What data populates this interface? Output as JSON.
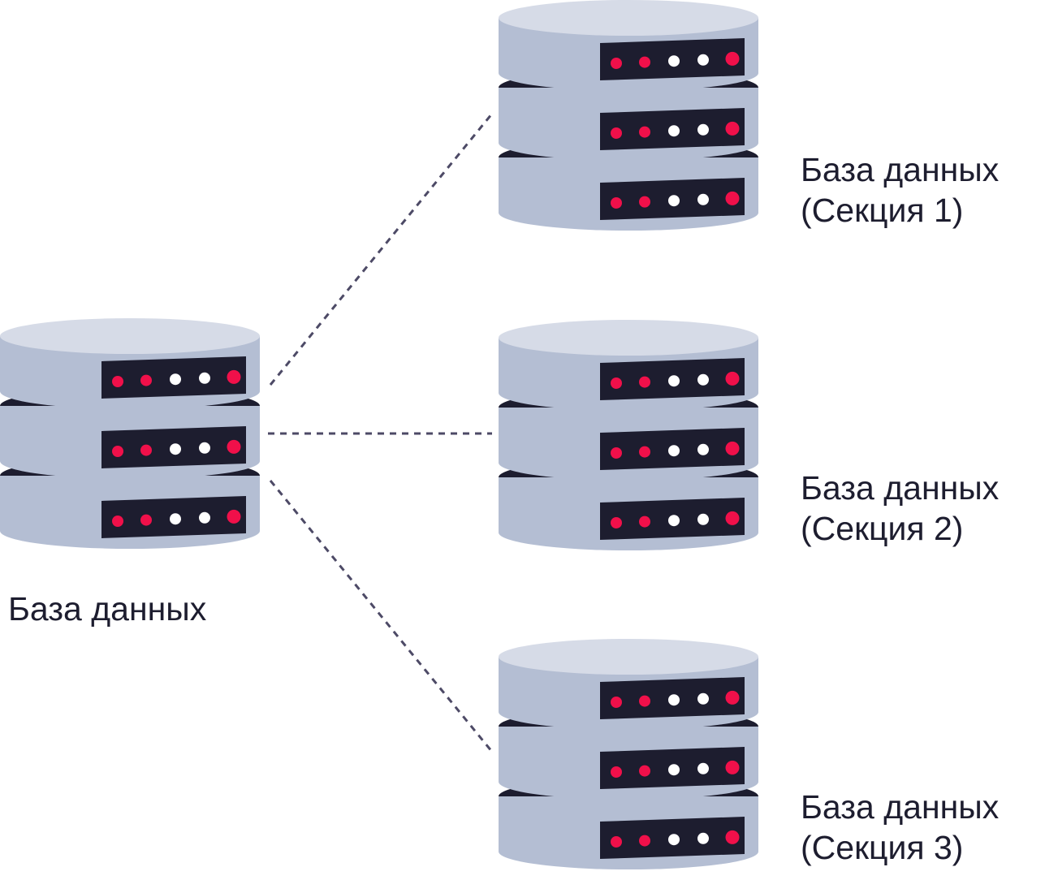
{
  "diagram": {
    "source": {
      "label": "База данных"
    },
    "shards": [
      {
        "line1": "База данных",
        "line2": "(Секция 1)"
      },
      {
        "line1": "База данных",
        "line2": "(Секция 2)"
      },
      {
        "line1": "База данных",
        "line2": "(Секция 3)"
      }
    ]
  },
  "colors": {
    "disk_top": "#d6dbe7",
    "disk_body": "#b4bed3",
    "panel": "#1d1d2f",
    "led_red": "#f0104a",
    "led_white": "#ffffff",
    "connector": "#4d4a66",
    "text": "#1d1d2f"
  },
  "leds": [
    "red",
    "red",
    "white",
    "white",
    "red"
  ]
}
